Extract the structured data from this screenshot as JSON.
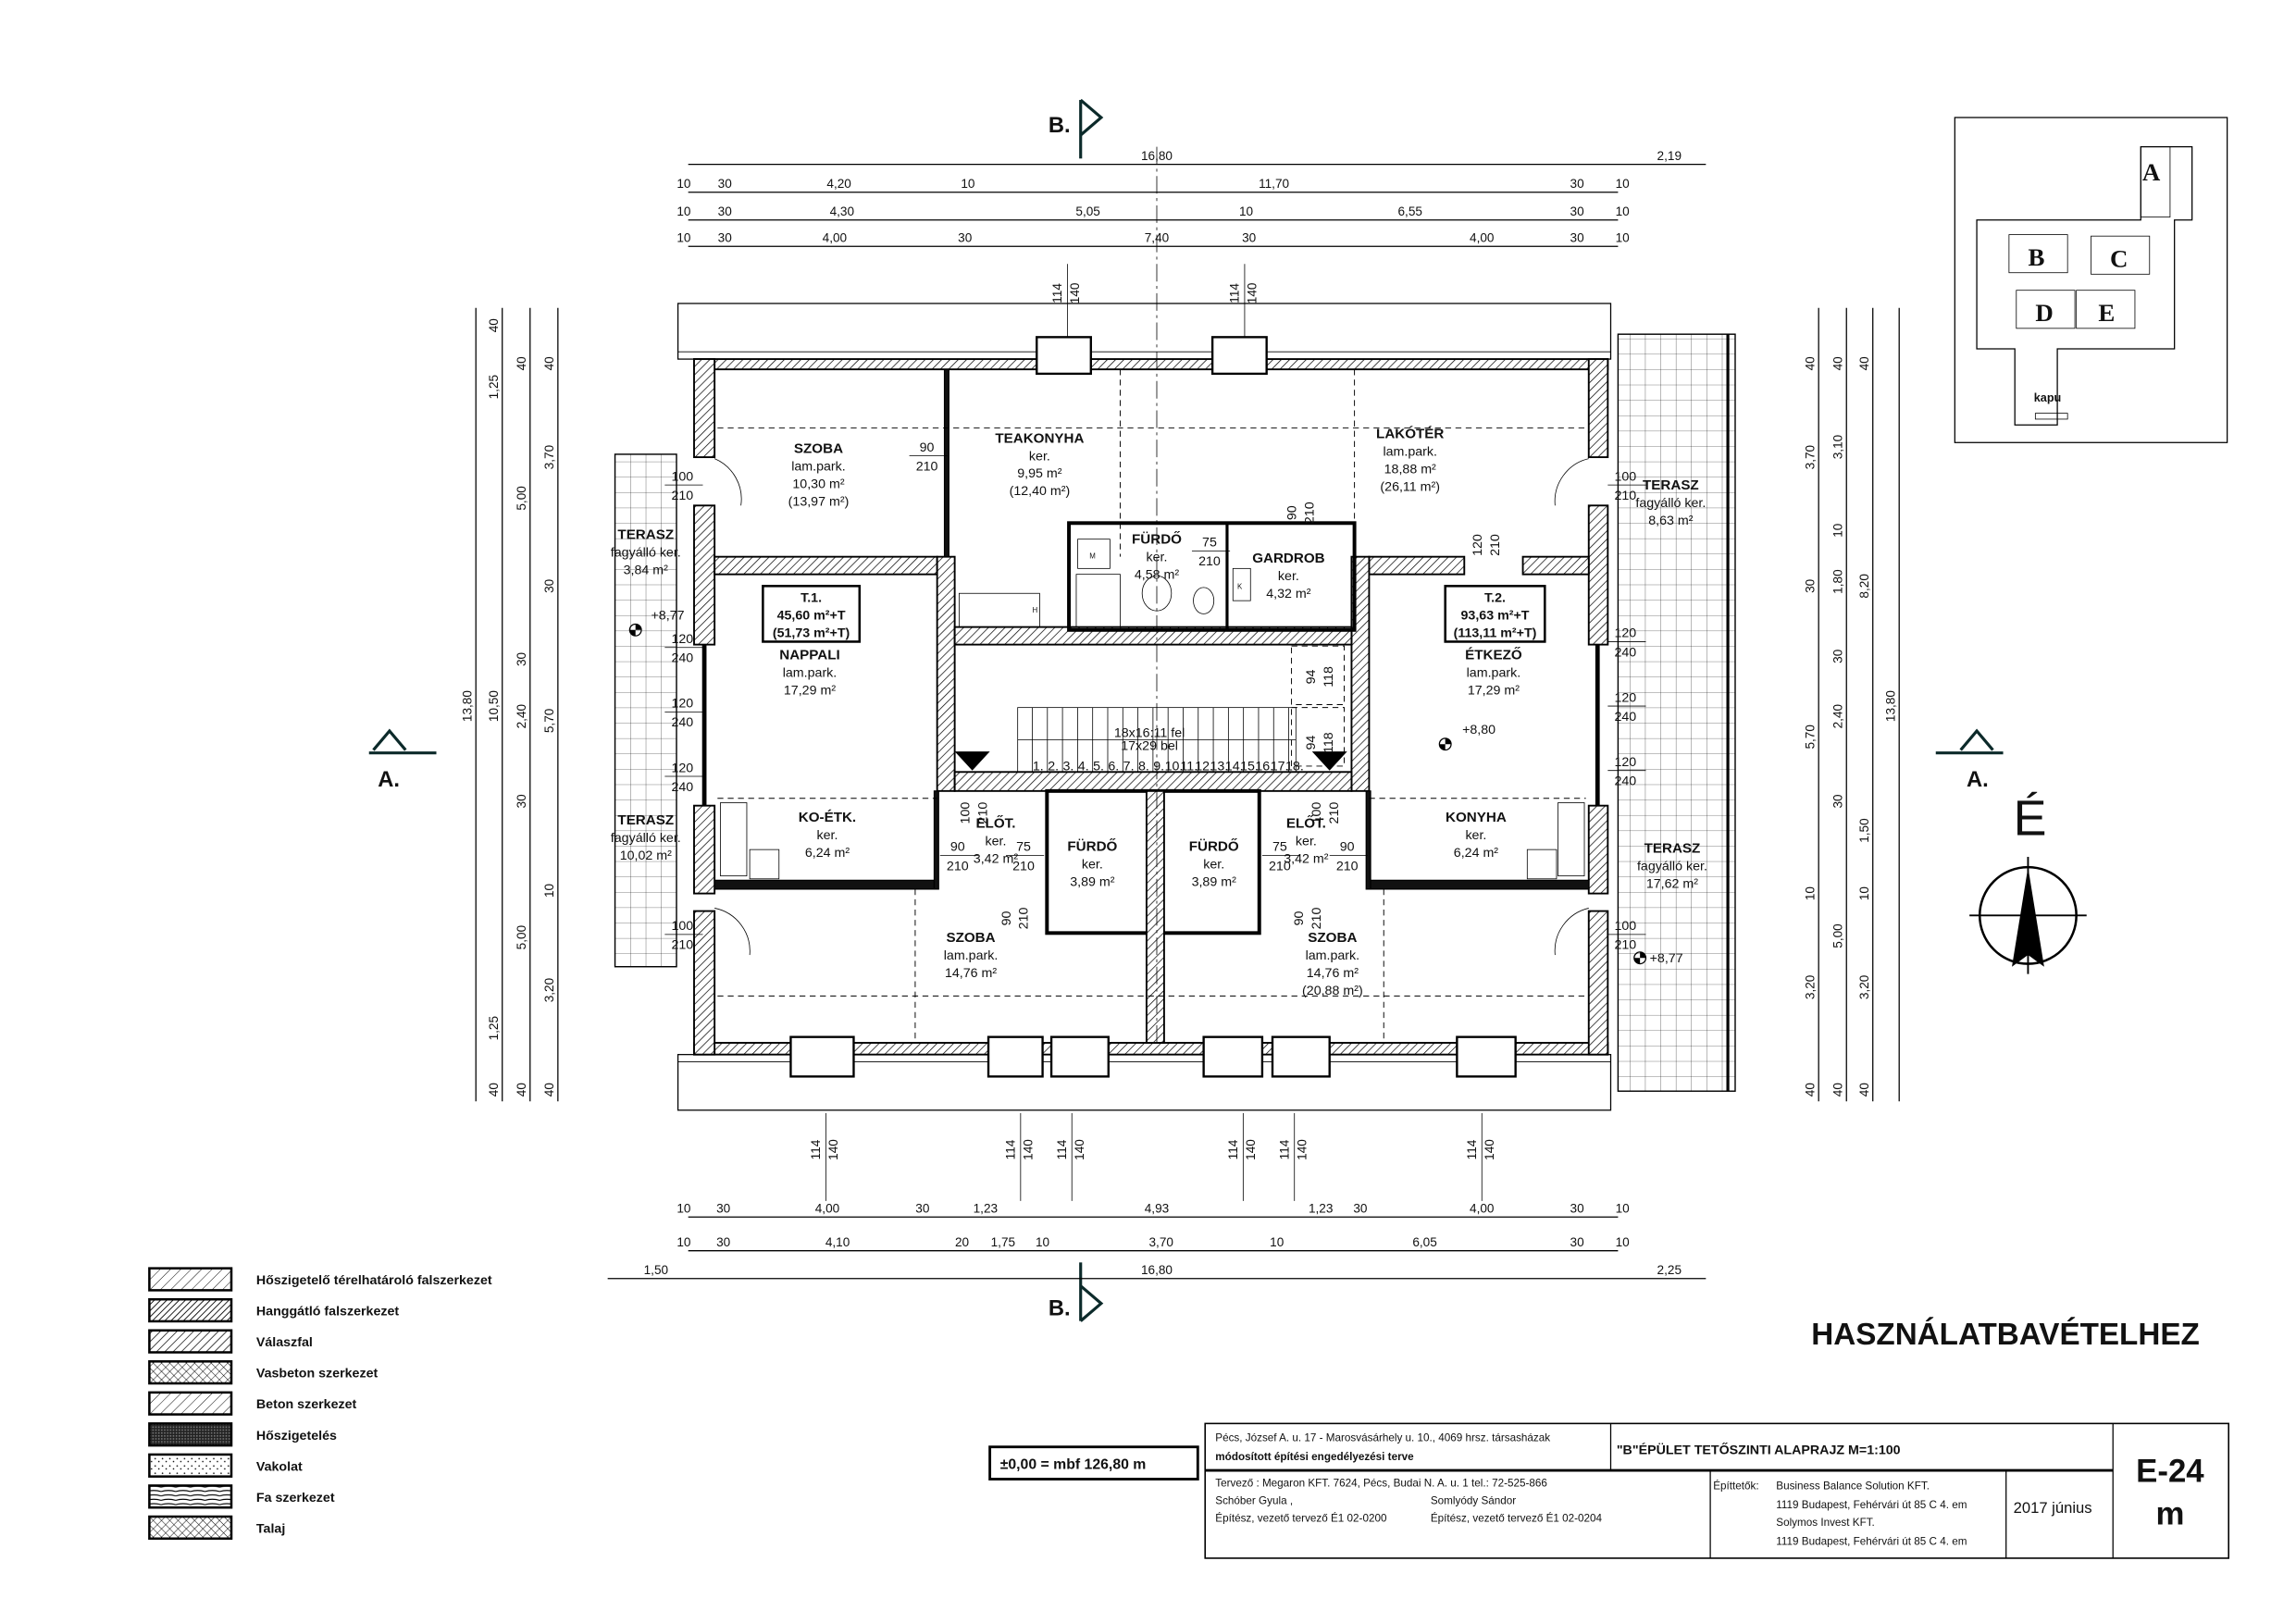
{
  "section_markers": {
    "a_left": "A.",
    "a_right": "A.",
    "b_top": "B.",
    "b_bottom": "B."
  },
  "north_label": "É",
  "stamp_text": "HASZNÁLATBAVÉTELHEZ",
  "key_plan": {
    "buildings": [
      "A",
      "B",
      "C",
      "D",
      "E"
    ],
    "gate": "kapu"
  },
  "dimensions": {
    "top_rows": [
      [
        "16,80",
        "2,19"
      ],
      [
        "10",
        "30",
        "4,20",
        "10",
        "11,70",
        "30",
        "10"
      ],
      [
        "10",
        "30",
        "4,30",
        "5,05",
        "10",
        "6,55",
        "30",
        "10"
      ],
      [
        "10",
        "30",
        "4,00",
        "30",
        "7,40",
        "30",
        "4,00",
        "30",
        "10"
      ]
    ],
    "bottom_rows": [
      [
        "10",
        "30",
        "4,00",
        "30",
        "1,23",
        "4,93",
        "1,23",
        "30",
        "4,00",
        "30",
        "10"
      ],
      [
        "10",
        "30",
        "4,10",
        "20",
        "1,75",
        "10",
        "3,70",
        "10",
        "6,05",
        "30",
        "10"
      ],
      [
        "1,50",
        "16,80",
        "2,25"
      ]
    ],
    "left_cols": [
      [
        "13,80"
      ],
      [
        "40",
        "1,25",
        "10,50",
        "1,25",
        "40"
      ],
      [
        "40",
        "5,00",
        "30",
        "2,40",
        "30",
        "5,00",
        "40"
      ],
      [
        "40",
        "3,70",
        "30",
        "5,70",
        "10",
        "3,20",
        "40"
      ]
    ],
    "right_cols": [
      [
        "40",
        "3,70",
        "30",
        "5,70",
        "10",
        "3,20",
        "40"
      ],
      [
        "40",
        "3,10",
        "10",
        "1,80",
        "30",
        "2,40",
        "30",
        "5,00",
        "40"
      ],
      [
        "40",
        "8,20",
        "1,50",
        "10",
        "3,20",
        "40"
      ],
      [
        "13,80"
      ]
    ],
    "window_top": [
      [
        "114",
        "140"
      ],
      [
        "114",
        "140"
      ]
    ],
    "window_bottom": [
      [
        "114",
        "140"
      ],
      [
        "114",
        "140"
      ],
      [
        "114",
        "140"
      ],
      [
        "114",
        "140"
      ],
      [
        "114",
        "140"
      ],
      [
        "114",
        "140"
      ]
    ]
  },
  "rooms": [
    {
      "name": "SZOBA",
      "floor": "lam.park.",
      "area": "10,30 m²",
      "area2": "(13,97 m²)"
    },
    {
      "name": "TEAKONYHA",
      "floor": "ker.",
      "area": "9,95 m²",
      "area2": "(12,40 m²)"
    },
    {
      "name": "LAKÓTÉR",
      "floor": "lam.park.",
      "area": "18,88 m²",
      "area2": "(26,11 m²)"
    },
    {
      "name": "FÜRDŐ",
      "floor": "ker.",
      "area": "4,58 m²"
    },
    {
      "name": "GARDROB",
      "floor": "ker.",
      "area": "4,32 m²"
    },
    {
      "name": "TERASZ",
      "floor": "fagyálló ker.",
      "area": "3,84 m²"
    },
    {
      "name": "TERASZ",
      "floor": "fagyálló ker.",
      "area": "8,63 m²"
    },
    {
      "name": "NAPPALI",
      "floor": "lam.park.",
      "area": "17,29 m²"
    },
    {
      "name": "ÉTKEZŐ",
      "floor": "lam.park.",
      "area": "17,29 m²"
    },
    {
      "name": "KO-ÉTK.",
      "floor": "ker.",
      "area": "6,24 m²"
    },
    {
      "name": "TERASZ",
      "floor": "fagyálló ker.",
      "area": "10,02 m²"
    },
    {
      "name": "ELŐT.",
      "floor": "ker.",
      "area": "3,42 m²"
    },
    {
      "name": "FÜRDŐ",
      "floor": "ker.",
      "area": "3,89 m²"
    },
    {
      "name": "FÜRDŐ",
      "floor": "ker.",
      "area": "3,89 m²"
    },
    {
      "name": "ELŐT.",
      "floor": "ker.",
      "area": "3,42 m²"
    },
    {
      "name": "KONYHA",
      "floor": "ker.",
      "area": "6,24 m²"
    },
    {
      "name": "TERASZ",
      "floor": "fagyálló ker.",
      "area": "17,62 m²"
    },
    {
      "name": "SZOBA",
      "floor": "lam.park.",
      "area": "14,76 m²"
    },
    {
      "name": "SZOBA",
      "floor": "lam.park.",
      "area": "14,76 m²",
      "area2": "(20,88 m²)"
    }
  ],
  "units": [
    {
      "id": "T.1.",
      "net": "45,60 m²+T",
      "gross": "(51,73 m²+T)"
    },
    {
      "id": "T.2.",
      "net": "93,63 m²+T",
      "gross": "(113,11 m²+T)"
    }
  ],
  "levels": [
    "+8,77",
    "+8,80",
    "+8,77"
  ],
  "doors": [
    [
      "100",
      "210"
    ],
    [
      "120",
      "240"
    ],
    [
      "120",
      "240"
    ],
    [
      "120",
      "240"
    ],
    [
      "100",
      "210"
    ],
    [
      "90",
      "210"
    ],
    [
      "100",
      "210"
    ],
    [
      "120",
      "240"
    ],
    [
      "120",
      "240"
    ],
    [
      "120",
      "240"
    ],
    [
      "100",
      "210"
    ],
    [
      "90",
      "210"
    ],
    [
      "75",
      "210"
    ],
    [
      "75",
      "210"
    ],
    [
      "90",
      "210"
    ],
    [
      "75",
      "210"
    ],
    [
      "90",
      "210"
    ],
    [
      "120",
      "210"
    ],
    [
      "100",
      "210"
    ],
    [
      "100",
      "210"
    ],
    [
      "90",
      "210"
    ],
    [
      "90",
      "210"
    ],
    [
      "94",
      "118"
    ],
    [
      "94",
      "118"
    ]
  ],
  "stair": {
    "line1": "18x16:11 fel",
    "line2": "17x29  bel",
    "steps": [
      "1.",
      "2.",
      "3.",
      "4.",
      "5.",
      "6.",
      "7.",
      "8.",
      "9.",
      "10.",
      "11.",
      "12.",
      "13.",
      "14.",
      "15.",
      "16.",
      "17.",
      "18."
    ]
  },
  "fixture_labels": {
    "washer": "M",
    "fridge": "K",
    "hob": "H"
  },
  "legend": [
    "Hőszigetelő térelhatároló falszerkezet",
    "Hanggátló falszerkezet",
    "Válaszfal",
    "Vasbeton szerkezet",
    "Beton szerkezet",
    "Hőszigetelés",
    "Vakolat",
    "Fa szerkezet",
    "Talaj"
  ],
  "title_block": {
    "datum": "±0,00 = mbf 126,80 m",
    "project_line1": "Pécs, József A. u. 17 - Marosvásárhely u. 10., 4069 hrsz. társasházak",
    "project_line2": "módosított építési engedélyezési terve",
    "drawing_title": "\"B\"ÉPÜLET TETŐSZINTI ALAPRAJZ M=1:100",
    "designer_line": "Tervező : Megaron KFT. 7624, Pécs, Budai N. A. u. 1  tel.: 72-525-866",
    "architect1_name": "Schóber Gyula ,",
    "architect1_role": "Építész, vezető tervező É1 02-0200",
    "architect2_name": "Somlyódy Sándor",
    "architect2_role": "Építész, vezető tervező É1 02-0204",
    "client_label": "Építtetők:",
    "client1": "Business Balance Solution KFT.",
    "client1_addr": "1119 Budapest, Fehérvári út 85 C 4. em",
    "client2": "Solymos Invest KFT.",
    "client2_addr": "1119 Budapest, Fehérvári út 85 C 4. em",
    "date": "2017 június",
    "sheet_no": "E-24",
    "sheet_suffix": "m"
  }
}
